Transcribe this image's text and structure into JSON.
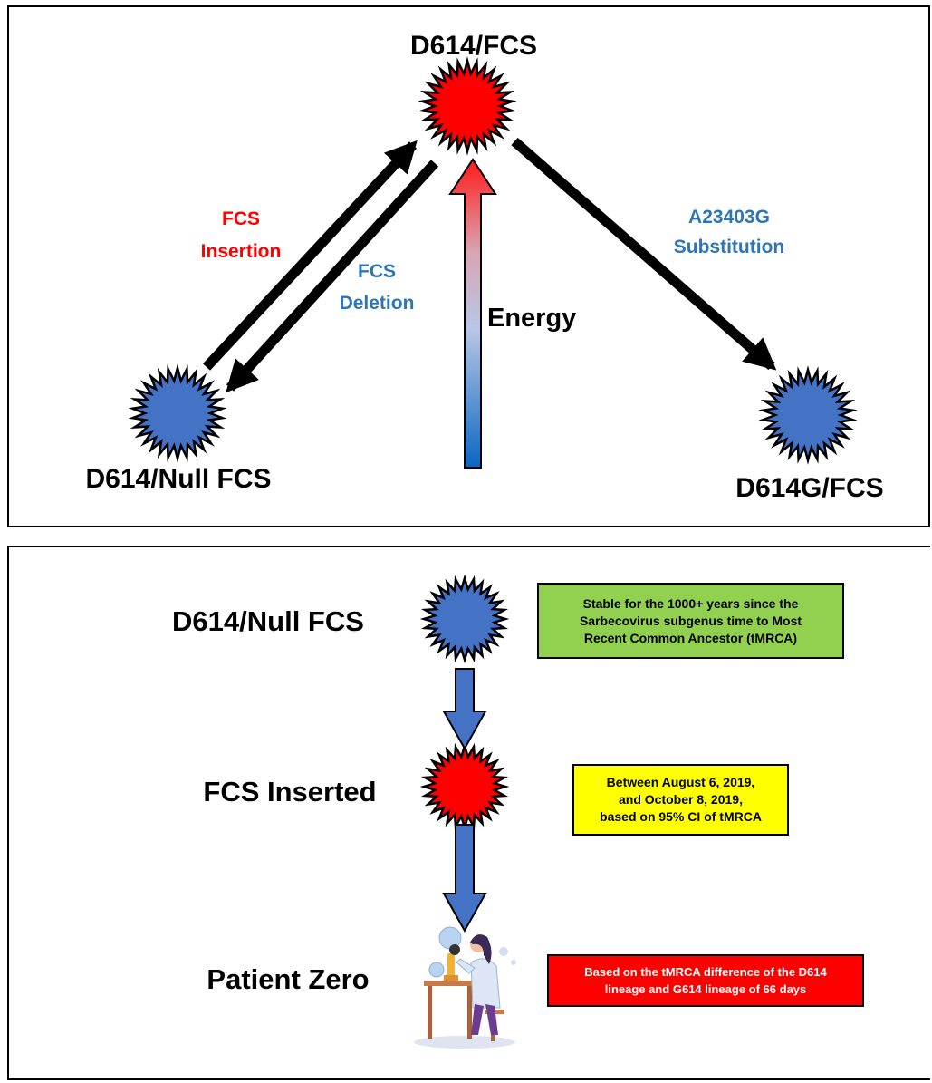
{
  "top_panel": {
    "top_node_label": "D614/FCS",
    "left_node_label": "D614/Null FCS",
    "right_node_label": "D614G/FCS",
    "insertion_label": [
      "FCS",
      "Insertion"
    ],
    "deletion_label": [
      "FCS",
      "Deletion"
    ],
    "substitution_label": [
      "A23403G",
      "Substitution"
    ],
    "energy_label": "Energy"
  },
  "bottom_panel": {
    "steps": [
      {
        "label": "D614/Null FCS",
        "note": [
          "Stable for the 1000+ years since the",
          "Sarbecovirus subgenus time to Most",
          "Recent Common Ancestor (tMRCA)"
        ]
      },
      {
        "label": "FCS Inserted",
        "note": [
          "Between August 6, 2019,",
          "and October 8, 2019,",
          "based on 95% CI of tMRCA"
        ]
      },
      {
        "label": "Patient Zero",
        "note": [
          "Based on the tMRCA difference of the D614",
          "lineage and G614 lineage of 66 days"
        ]
      }
    ]
  },
  "colors": {
    "red_node": "#ff0000",
    "blue_node": "#4472c4",
    "red_text": "#ff0000",
    "blue_text": "#2e75b6",
    "green_box": "#92d050",
    "yellow_box": "#ffff00",
    "red_box": "#ff0000",
    "arrow_fill": "#4472c4"
  }
}
